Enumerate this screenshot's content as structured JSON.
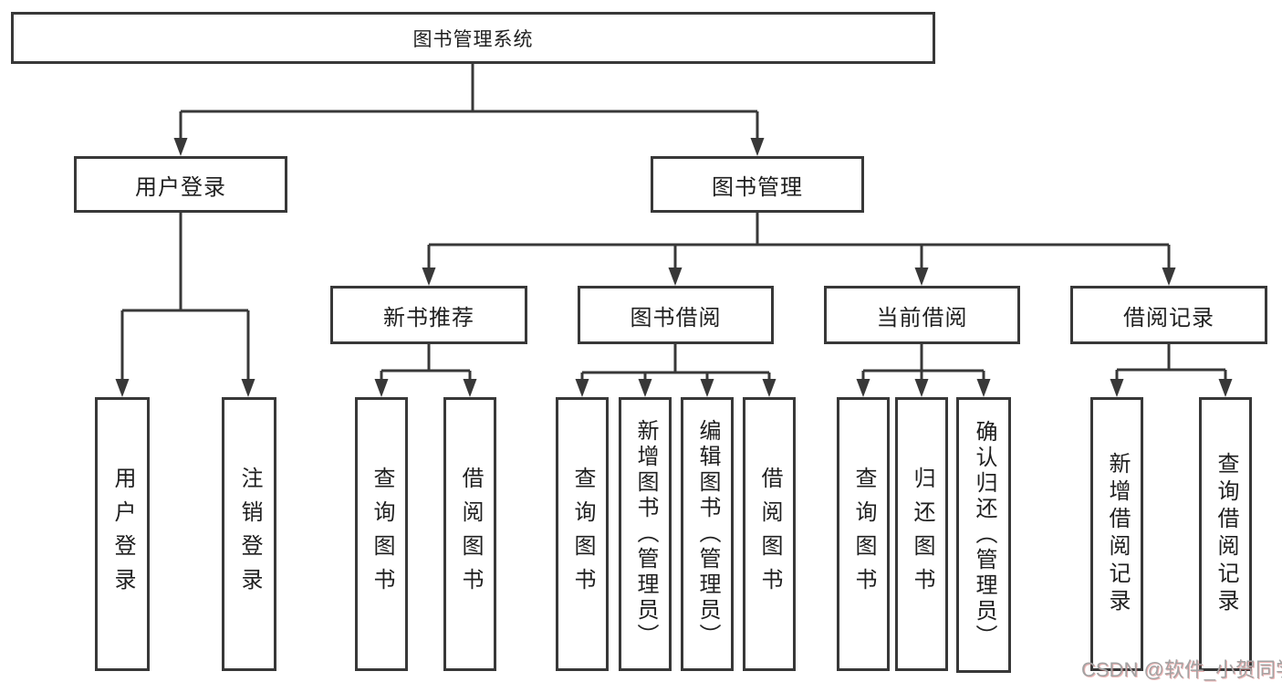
{
  "diagram": {
    "title": "图书管理系统",
    "level2": [
      {
        "label": "用户登录",
        "leaves": [
          "用户登录",
          "注销登录"
        ]
      },
      {
        "label": "图书管理",
        "children": [
          {
            "label": "新书推荐",
            "leaves": [
              "查询图书",
              "借阅图书"
            ]
          },
          {
            "label": "图书借阅",
            "leaves": [
              "查询图书",
              "新增图书（管理员）",
              "编辑图书（管理员）",
              "借阅图书"
            ]
          },
          {
            "label": "当前借阅",
            "leaves": [
              "查询图书",
              "归还图书",
              "确认归还（管理员）"
            ]
          },
          {
            "label": "借阅记录",
            "leaves": [
              "新增借阅记录",
              "查询借阅记录"
            ]
          }
        ]
      }
    ]
  },
  "watermark": "CSDN @软件_小贺同学",
  "colors": {
    "line": "#383838",
    "text": "#1f1f1f",
    "background": "#ffffff",
    "watermark": "#a3a3a3",
    "watermark_shadow": "#d65c5c"
  }
}
